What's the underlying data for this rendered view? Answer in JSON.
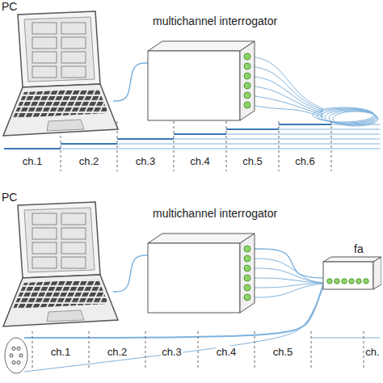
{
  "diagram": {
    "nodes": [
      {
        "text": [
          "PC"
        ]
      },
      {
        "text": [
          "multichannel interrogator"
        ]
      },
      {
        "text": [
          "PC"
        ]
      },
      {
        "text": [
          "multichannel interrogator"
        ]
      },
      {
        "text": [
          "fa"
        ]
      }
    ],
    "edges": [
      {
        "from": 0,
        "to": 1,
        "arrow": "none"
      },
      {
        "from": 2,
        "to": 3,
        "arrow": "none"
      },
      {
        "from": 3,
        "to": 4,
        "arrow": "none"
      }
    ],
    "labels": [
      "ch.1",
      "ch.2",
      "ch.3",
      "ch.4",
      "ch.5",
      "ch.6",
      "ch.1",
      "ch.2",
      "ch.3",
      "ch.4",
      "ch.5",
      "ch."
    ]
  }
}
